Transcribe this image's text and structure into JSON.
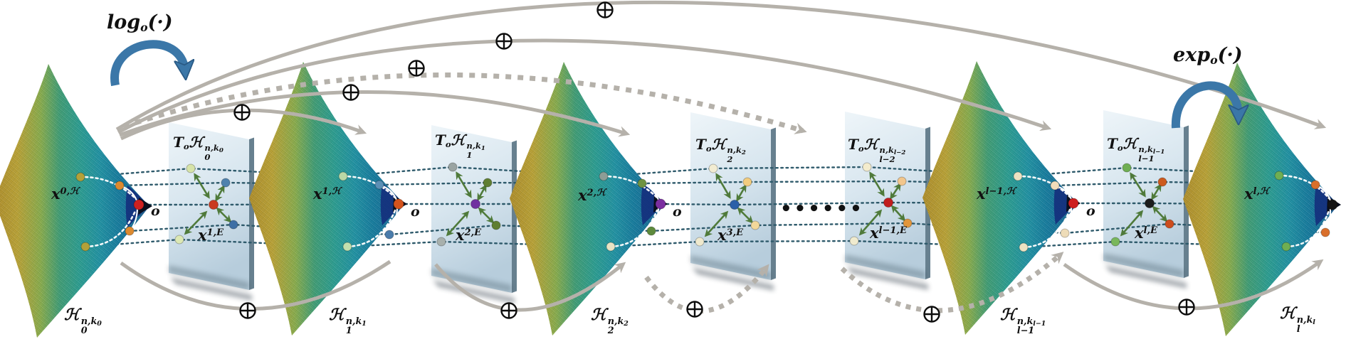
{
  "figure": {
    "title_semantics": "Sequence of hyperbolic manifolds with tangent spaces, logarithmic and exponential maps, and Möbius-addition skip connections",
    "log_map": {
      "fn": "log",
      "sub": "o",
      "args": "(·)"
    },
    "exp_map": {
      "fn": "exp",
      "sub": "o",
      "args": "(·)"
    },
    "ellipsis": "••••••",
    "mobius_add_symbol": "⊕"
  },
  "symbols": {
    "T": "T",
    "H": "ℋ",
    "x": "x",
    "origin": "o"
  },
  "manifolds": [
    {
      "sub": "0",
      "sup": "n,k",
      "sup_sub": "0",
      "x_sup": "0,ℋ"
    },
    {
      "sub": "1",
      "sup": "n,k",
      "sup_sub": "1",
      "x_sup": "1,ℋ"
    },
    {
      "sub": "2",
      "sup": "n,k",
      "sup_sub": "2",
      "x_sup": "2,ℋ"
    },
    {
      "sub": "l−1",
      "sup": "n,k",
      "sup_sub": "l−1",
      "x_sup": "l−1,ℋ"
    },
    {
      "sub": "l",
      "sup": "n,k",
      "sup_sub": "l",
      "x_sup": "l,ℋ"
    }
  ],
  "planes": [
    {
      "sub": "0",
      "sup": "n,k",
      "sup_sub": "0",
      "x_sup": "1,E"
    },
    {
      "sub": "1",
      "sup": "n,k",
      "sup_sub": "1",
      "x_sup": "2,E"
    },
    {
      "sub": "2",
      "sup": "n,k",
      "sup_sub": "2",
      "x_sup": "3,E"
    },
    {
      "sub": "l−2",
      "sup": "n,k",
      "sup_sub": "l−2",
      "x_sup": "l−1,E"
    },
    {
      "sub": "l−1",
      "sup": "n,k",
      "sup_sub": "l−1",
      "x_sup": "l,E"
    }
  ],
  "colors": {
    "surface_yellow": "#ad8b28",
    "surface_teal": "#2a9a8e",
    "surface_navy": "#15307d",
    "plane_fill": "#d8e6ef",
    "arc_gray": "#b5b1aa",
    "map_arrow_blue": "#3b77a8",
    "guide_dots_teal": "#2e5a6b",
    "plane_arrow_green": "#4f7a3a"
  }
}
